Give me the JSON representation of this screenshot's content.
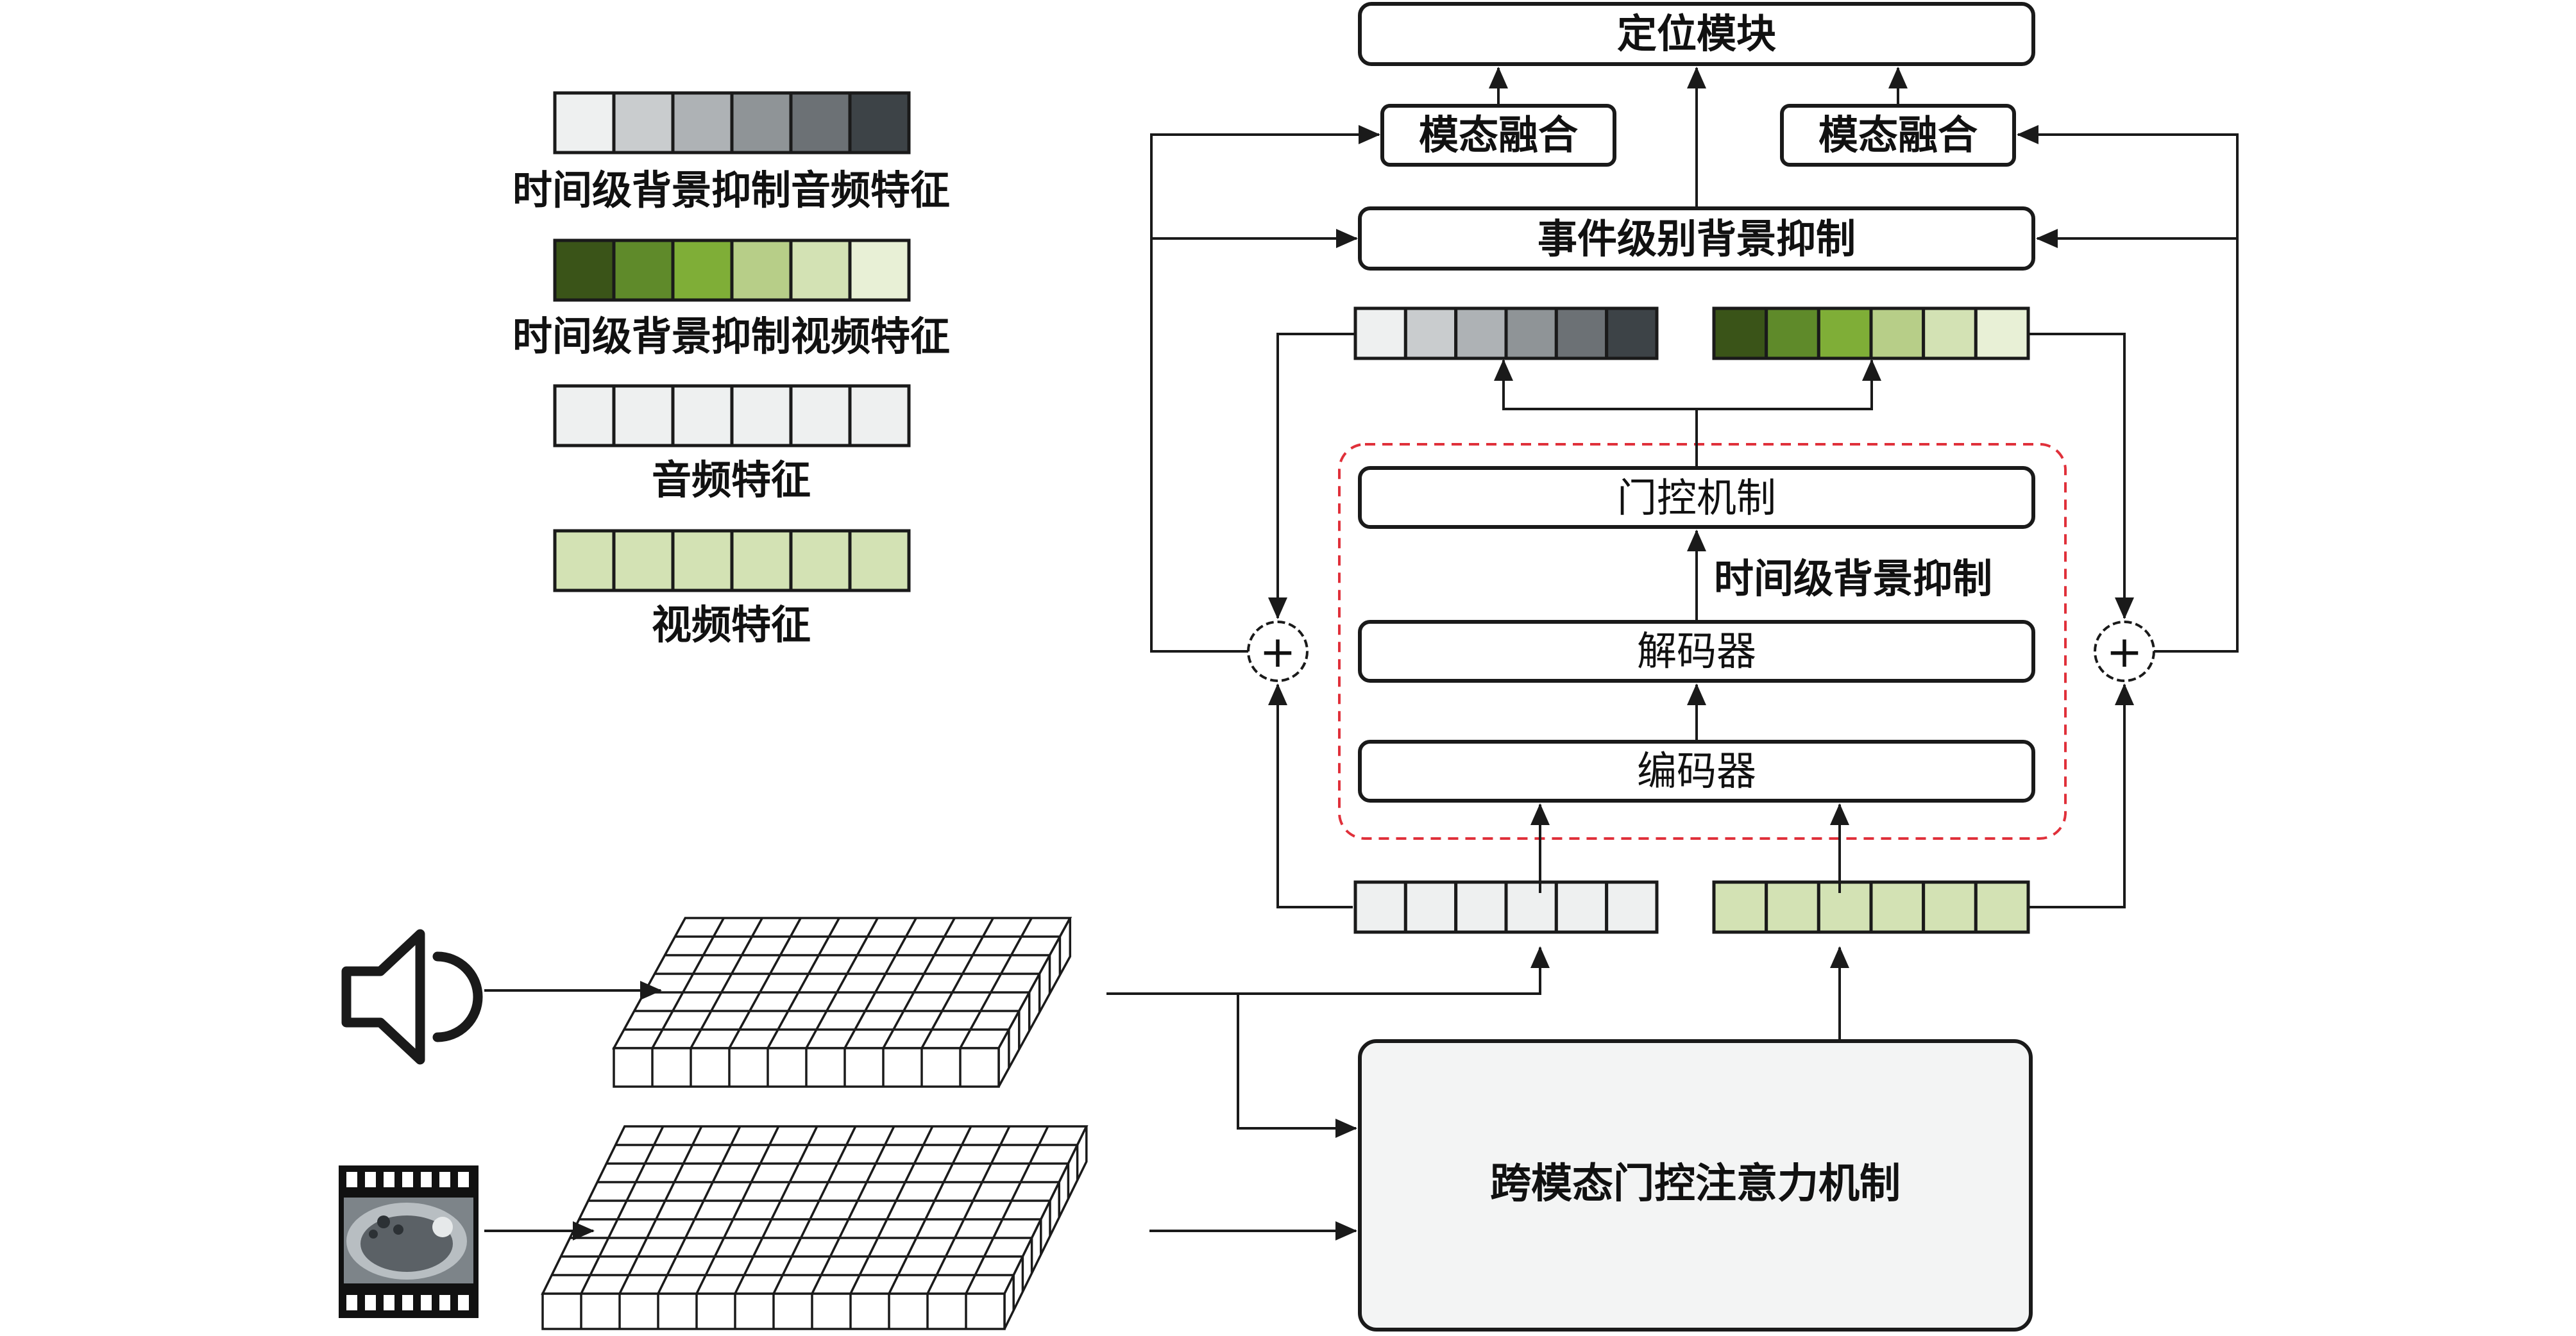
{
  "legend": {
    "items": [
      {
        "label": "时间级背景抑制音频特征",
        "colors": [
          "#eef0f0",
          "#c9ccce",
          "#aeb2b5",
          "#8f9497",
          "#6c7175",
          "#3d4347"
        ]
      },
      {
        "label": "时间级背景抑制视频特征",
        "colors": [
          "#3a5418",
          "#5f8a2a",
          "#7fae37",
          "#b7ce88",
          "#d3e2b4",
          "#e8f0d6"
        ]
      },
      {
        "label": "音频特征",
        "colors": [
          "#eef0f0",
          "#eef0f0",
          "#eef0f0",
          "#eef0f0",
          "#eef0f0",
          "#eef0f0"
        ]
      },
      {
        "label": "视频特征",
        "colors": [
          "#d3e2b4",
          "#d3e2b4",
          "#d3e2b4",
          "#d3e2b4",
          "#d3e2b4",
          "#d3e2b4"
        ]
      }
    ]
  },
  "blocks": {
    "localization": "定位模块",
    "fusion_left": "模态融合",
    "fusion_right": "模态融合",
    "event_suppress": "事件级别背景抑制",
    "gating": "门控机制",
    "time_suppress": "时间级背景抑制",
    "decoder": "解码器",
    "encoder": "编码器",
    "cross_modal": "跨模态门控注意力机制"
  },
  "symbols": {
    "add": "+"
  },
  "colors": {
    "stroke": "#1a1a1a",
    "dashed_border": "#e0303a",
    "audio_plain": "#eef0f0",
    "video_plain": "#d3e2b4",
    "cross_modal_fill": "#f3f4f4"
  },
  "icons": {
    "audio": "speaker-icon",
    "video": "film-strip-icon"
  }
}
